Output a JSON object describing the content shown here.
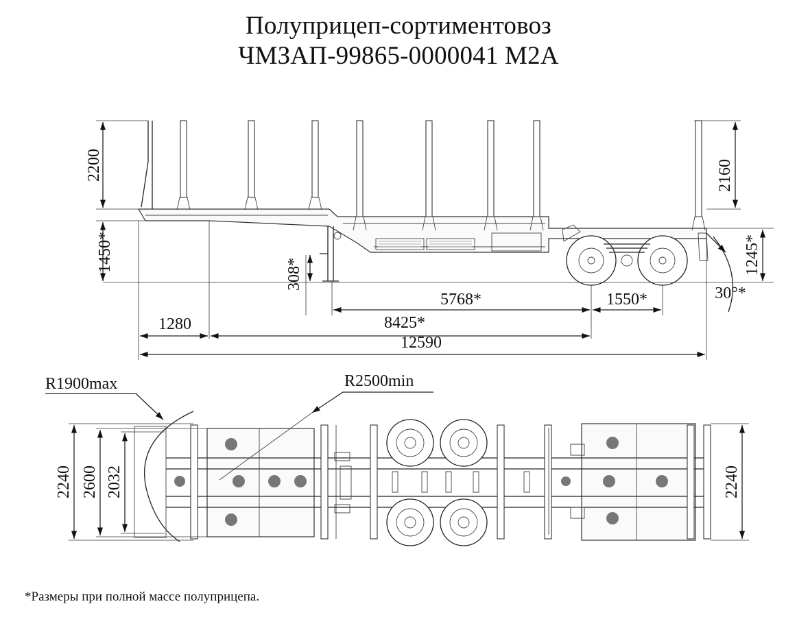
{
  "title_line1": "Полуприцеп-сортиментовоз",
  "title_line2": "ЧМЗАП-99865-0000041 М2А",
  "side_view": {
    "dims": {
      "post_height_front": "2200",
      "post_height_rear": "2160",
      "deck_height_front": "1450*",
      "deck_height_rear": "1245*",
      "leg_height": "308*",
      "rear_angle": "30°*",
      "kingpin_offset": "1280",
      "length_5768": "5768*",
      "length_1550": "1550*",
      "length_8425": "8425*",
      "total_length": "12590"
    }
  },
  "top_view": {
    "dims": {
      "radius_max": "R1900max",
      "radius_min": "R2500min",
      "width_2240_left": "2240",
      "width_2600": "2600",
      "width_2032": "2032",
      "width_2240_right": "2240"
    }
  },
  "footnote": "*Размеры при полной массе полуприцепа."
}
